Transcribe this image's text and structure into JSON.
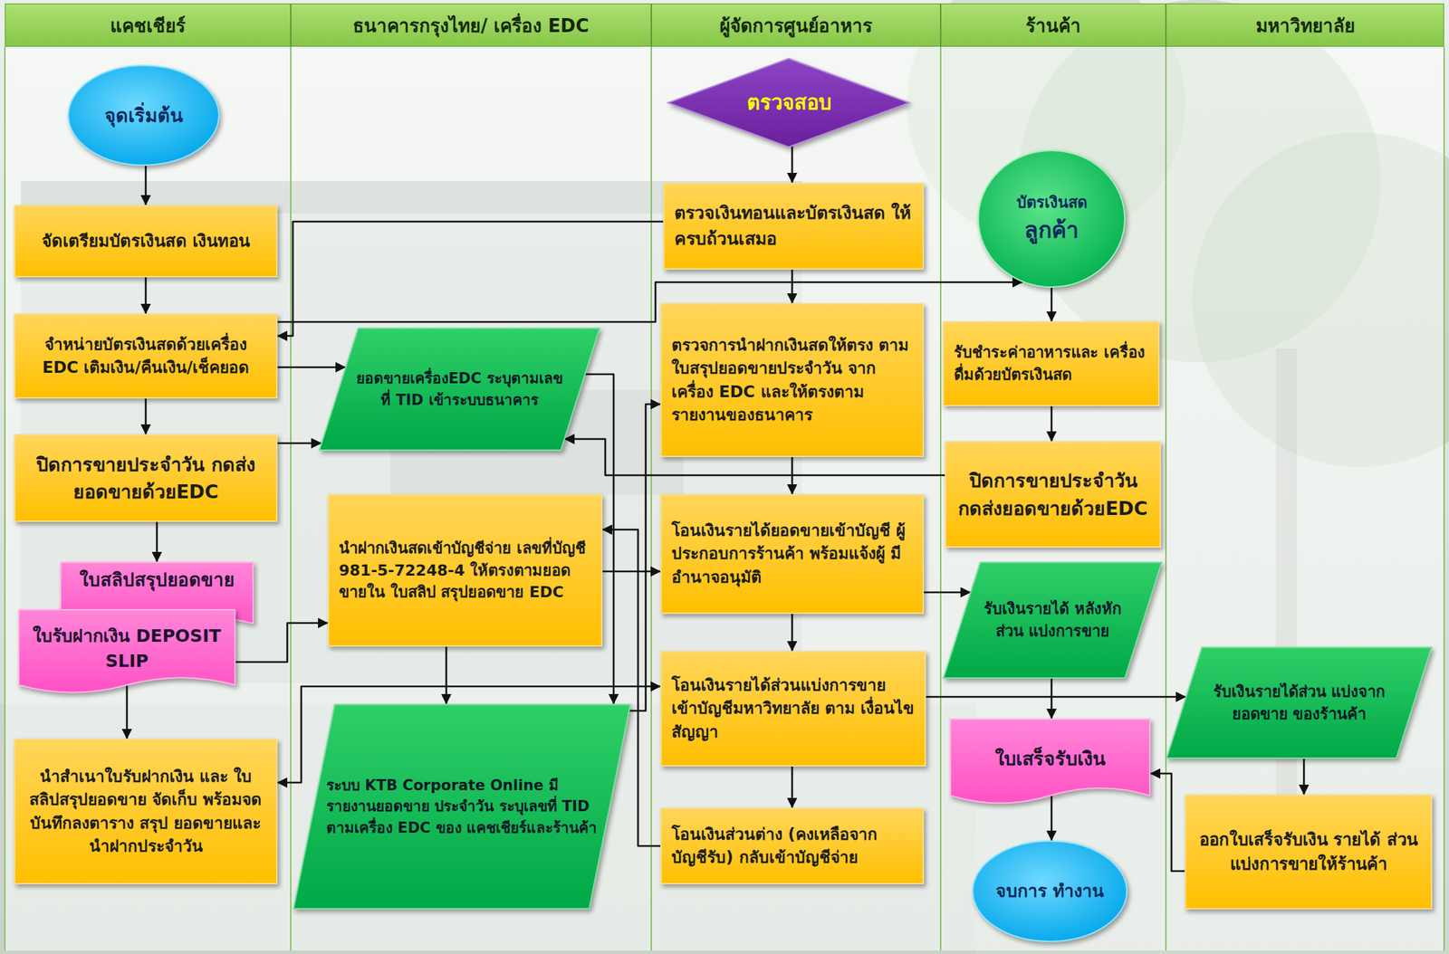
{
  "diagram": {
    "nodes": [
      {
        "text": [
          "แคชเชียร์"
        ]
      },
      {
        "text": [
          "ธนาคารกรุงไทย/ เครื่อง EDC"
        ]
      },
      {
        "text": [
          "ผู้จัดการศูนย์อาหาร"
        ]
      },
      {
        "text": [
          "ร้านค้า"
        ]
      },
      {
        "text": [
          "มหาวิทยาลัย"
        ]
      },
      {
        "text": [
          "จุดเริ่มต้น"
        ],
        "in": 0
      },
      {
        "text": [
          "จัดเตรียมบัตรเงินสด เงินทอน"
        ],
        "in": 0
      },
      {
        "text": [
          "จำหน่ายบัตรเงินสดด้วยเครื่อง EDC เติมเงิน/คืนเงิน/เช็คยอด"
        ],
        "in": 0
      },
      {
        "text": [
          "ปิดการขายประจำวัน กดส่งยอดขายด้วยEDC"
        ],
        "in": 0
      },
      {
        "text": [
          "ใบสลิปสรุปยอดขาย"
        ],
        "in": 0
      },
      {
        "text": [
          "ใบรับฝากเงิน DEPOSIT SLIP"
        ],
        "in": 0
      },
      {
        "text": [
          "นำสำเนาใบรับฝากเงิน และ ใบสลิปสรุปยอดขาย จัดเก็บ พร้อมจดบันทึกลงตาราง สรุป ยอดขายและนำฝากประจำวัน"
        ],
        "in": 0
      },
      {
        "text": [
          "ยอดขายเครื่องEDC ระบุตามเลขที่ TID เข้าระบบธนาคาร"
        ],
        "in": 1
      },
      {
        "text": [
          "นำฝากเงินสดเข้าบัญชีจ่าย เลขที่บัญชี 981-5-72248-4 ให้ตรงตามยอดขายใน ใบสลิป สรุปยอดขาย EDC"
        ],
        "in": 1
      },
      {
        "text": [
          "ระบบ KTB Corporate Online มีรายงานยอดขาย ประจำวัน ระบุเลขที่ TID ตามเครื่อง EDC ของ แคชเชียร์และร้านค้า"
        ],
        "in": 1
      },
      {
        "text": [
          "ตรวจสอบ"
        ],
        "in": 2
      },
      {
        "text": [
          "ตรวจเงินทอนและบัตรเงินสด ให้ครบถ้วนเสมอ"
        ],
        "in": 2
      },
      {
        "text": [
          "ตรวจการนำฝากเงินสดให้ตรง ตามใบสรุปยอดขายประจำวัน จากเครื่อง EDC และให้ตรงตาม รายงานของธนาคาร"
        ],
        "in": 2
      },
      {
        "text": [
          "โอนเงินรายได้ยอดขายเข้าบัญชี ผู้ประกอบการร้านค้า พร้อมแจ้งผู้ มีอำนาจอนุมัติ"
        ],
        "in": 2
      },
      {
        "text": [
          "โอนเงินรายได้ส่วนแบ่งการขาย เข้าบัญชีมหาวิทยาลัย ตาม เงื่อนไขสัญญา"
        ],
        "in": 2
      },
      {
        "text": [
          "โอนเงินส่วนต่าง (คงเหลือจาก บัญชีรับ) กลับเข้าบัญชีจ่าย"
        ],
        "in": 2
      },
      {
        "text": [
          "บัตรเงินสด",
          "ลูกค้า"
        ],
        "in": 3
      },
      {
        "text": [
          "รับชำระค่าอาหารและ เครื่องดื่มด้วยบัตรเงินสด"
        ],
        "in": 3
      },
      {
        "text": [
          "ปิดการขายประจำวัน กดส่งยอดขายด้วยEDC"
        ],
        "in": 3
      },
      {
        "text": [
          "รับเงินรายได้ หลังหักส่วน แบ่งการขาย"
        ],
        "in": 3
      },
      {
        "text": [
          "ใบเสร็จรับเงิน"
        ],
        "in": 3
      },
      {
        "text": [
          "จบการ ทำงาน"
        ],
        "in": 3
      },
      {
        "text": [
          "รับเงินรายได้ส่วน แบ่งจากยอดขาย ของร้านค้า"
        ],
        "in": 4
      },
      {
        "text": [
          "ออกใบเสร็จรับเงิน รายได้ ส่วนแบ่งการขายให้ร้านค้า"
        ],
        "in": 4
      }
    ],
    "edges": [
      {
        "from": 5,
        "to": 6,
        "arrow": "to"
      },
      {
        "from": 6,
        "to": 7,
        "arrow": "to"
      },
      {
        "from": 7,
        "to": 8,
        "arrow": "to"
      },
      {
        "from": 8,
        "to": 9,
        "arrow": "to"
      },
      {
        "from": 10,
        "to": 11,
        "arrow": "to"
      },
      {
        "from": 7,
        "to": 12,
        "arrow": "to"
      },
      {
        "from": 8,
        "to": 12,
        "arrow": "to"
      },
      {
        "from": 16,
        "to": 7,
        "arrow": "to"
      },
      {
        "from": 7,
        "to": 21,
        "arrow": "to"
      },
      {
        "from": 10,
        "to": 13,
        "arrow": "to"
      },
      {
        "from": 13,
        "to": 14,
        "arrow": "to"
      },
      {
        "from": 15,
        "to": 16,
        "arrow": "to"
      },
      {
        "from": 16,
        "to": 17,
        "arrow": "to"
      },
      {
        "from": 17,
        "to": 18,
        "arrow": "to"
      },
      {
        "from": 18,
        "to": 19,
        "arrow": "to"
      },
      {
        "from": 19,
        "to": 20,
        "arrow": "to"
      },
      {
        "from": 21,
        "to": 22,
        "arrow": "to"
      },
      {
        "from": 22,
        "to": 23,
        "arrow": "to"
      },
      {
        "from": 23,
        "to": 12,
        "arrow": "to"
      },
      {
        "from": 12,
        "to": 14,
        "arrow": "to"
      },
      {
        "from": 14,
        "to": 17,
        "arrow": "to"
      },
      {
        "from": 13,
        "to": 18,
        "arrow": "to"
      },
      {
        "from": 18,
        "to": 24,
        "arrow": "to"
      },
      {
        "from": 19,
        "to": 27,
        "arrow": "to"
      },
      {
        "from": 19,
        "to": 11,
        "arrow": "both"
      },
      {
        "from": 20,
        "to": 13,
        "arrow": "to"
      },
      {
        "from": 24,
        "to": 25,
        "arrow": "to"
      },
      {
        "from": 25,
        "to": 26,
        "arrow": "to"
      },
      {
        "from": 27,
        "to": 28,
        "arrow": "to"
      },
      {
        "from": 28,
        "to": 25,
        "arrow": "to"
      }
    ]
  }
}
